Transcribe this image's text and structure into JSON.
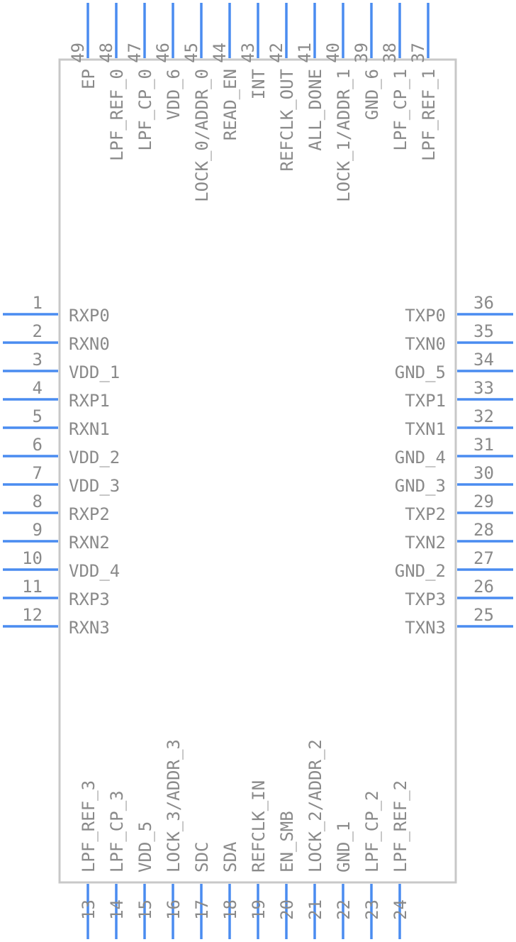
{
  "colors": {
    "pin": "#4a8cf0",
    "body_stroke": "#c8c8c8",
    "text": "#8a8a8a"
  },
  "pins": {
    "left": [
      {
        "num": "1",
        "name": "RXP0"
      },
      {
        "num": "2",
        "name": "RXN0"
      },
      {
        "num": "3",
        "name": "VDD_1"
      },
      {
        "num": "4",
        "name": "RXP1"
      },
      {
        "num": "5",
        "name": "RXN1"
      },
      {
        "num": "6",
        "name": "VDD_2"
      },
      {
        "num": "7",
        "name": "VDD_3"
      },
      {
        "num": "8",
        "name": "RXP2"
      },
      {
        "num": "9",
        "name": "RXN2"
      },
      {
        "num": "10",
        "name": "VDD_4"
      },
      {
        "num": "11",
        "name": "RXP3"
      },
      {
        "num": "12",
        "name": "RXN3"
      }
    ],
    "right": [
      {
        "num": "36",
        "name": "TXP0"
      },
      {
        "num": "35",
        "name": "TXN0"
      },
      {
        "num": "34",
        "name": "GND_5"
      },
      {
        "num": "33",
        "name": "TXP1"
      },
      {
        "num": "32",
        "name": "TXN1"
      },
      {
        "num": "31",
        "name": "GND_4"
      },
      {
        "num": "30",
        "name": "GND_3"
      },
      {
        "num": "29",
        "name": "TXP2"
      },
      {
        "num": "28",
        "name": "TXN2"
      },
      {
        "num": "27",
        "name": "GND_2"
      },
      {
        "num": "26",
        "name": "TXP3"
      },
      {
        "num": "25",
        "name": "TXN3"
      }
    ],
    "top": [
      {
        "num": "49",
        "name": "EP"
      },
      {
        "num": "48",
        "name": "LPF_REF_0"
      },
      {
        "num": "47",
        "name": "LPF_CP_0"
      },
      {
        "num": "46",
        "name": "VDD_6"
      },
      {
        "num": "45",
        "name": "LOCK_0/ADDR_0"
      },
      {
        "num": "44",
        "name": "READ_EN"
      },
      {
        "num": "43",
        "name": "INT"
      },
      {
        "num": "42",
        "name": "REFCLK_OUT"
      },
      {
        "num": "41",
        "name": "ALL_DONE"
      },
      {
        "num": "40",
        "name": "LOCK_1/ADDR_1"
      },
      {
        "num": "39",
        "name": "GND_6"
      },
      {
        "num": "38",
        "name": "LPF_CP_1"
      },
      {
        "num": "37",
        "name": "LPF_REF_1"
      }
    ],
    "bottom": [
      {
        "num": "13",
        "name": "LPF_REF_3"
      },
      {
        "num": "14",
        "name": "LPF_CP_3"
      },
      {
        "num": "15",
        "name": "VDD_5"
      },
      {
        "num": "16",
        "name": "LOCK_3/ADDR_3"
      },
      {
        "num": "17",
        "name": "SDC"
      },
      {
        "num": "18",
        "name": "SDA"
      },
      {
        "num": "19",
        "name": "REFCLK_IN"
      },
      {
        "num": "20",
        "name": "EN_SMB"
      },
      {
        "num": "21",
        "name": "LOCK_2/ADDR_2"
      },
      {
        "num": "22",
        "name": "GND_1"
      },
      {
        "num": "23",
        "name": "LPF_CP_2"
      },
      {
        "num": "24",
        "name": "LPF_REF_2"
      }
    ]
  }
}
